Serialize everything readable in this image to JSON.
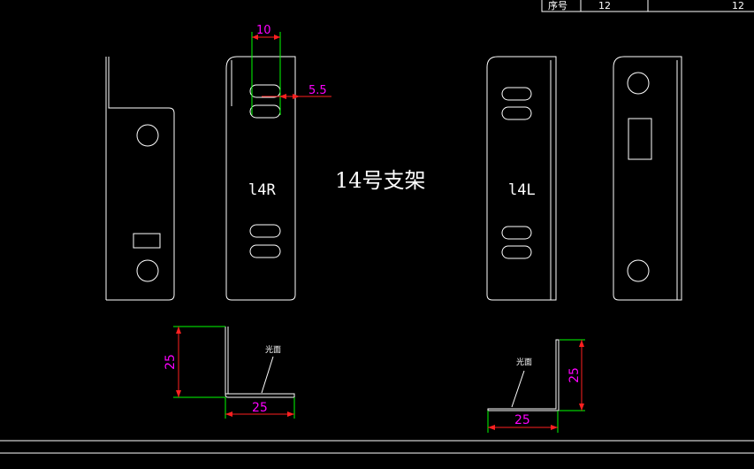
{
  "title_block": {
    "label": "序号",
    "col2": "12",
    "col3": "12"
  },
  "drawing_title": "14号支架",
  "part_marks": {
    "right": "l4R",
    "left": "l4L"
  },
  "dimensions": {
    "slot_pitch": "10",
    "slot_width": "5.5",
    "flange": "25"
  },
  "notes": {
    "smooth_side": "光面"
  },
  "colors": {
    "geometry": "#ffffff",
    "dimension_text": "#ff00ff",
    "extension": "#00ff00",
    "dimension_line": "#ff2020"
  }
}
